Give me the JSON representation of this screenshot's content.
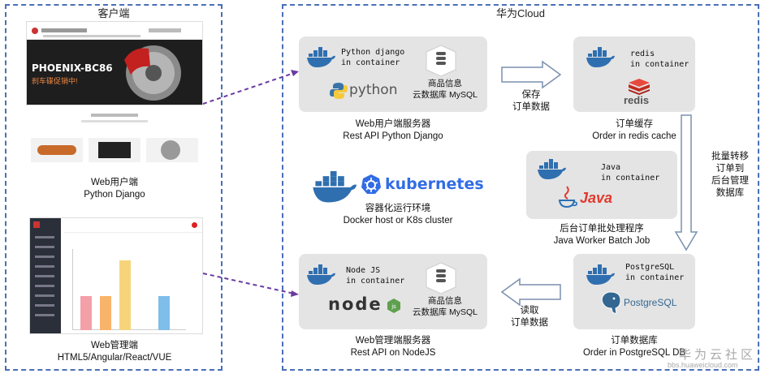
{
  "client": {
    "title": "客户端",
    "web_user": {
      "line1": "Web用户端",
      "line2": "Python Django",
      "banner": "PHOENIX-BC86",
      "banner_sub": "刹车碟促销中!"
    },
    "web_admin": {
      "line1": "Web管理端",
      "line2": "HTML5/Angular/React/VUE"
    }
  },
  "cloud": {
    "title": "华为Cloud",
    "django_box": {
      "container": "Python django\nin container",
      "python_logo": "python",
      "db": "商品信息\n云数据库 MySQL",
      "caption1": "Web用户端服务器",
      "caption2": "Rest API Python Django"
    },
    "redis_box": {
      "container": "redis\nin container",
      "logo": "redis",
      "caption1": "订单缓存",
      "caption2": "Order in redis cache"
    },
    "save_label": "保存\n订单数据",
    "k8s": {
      "logo": "kubernetes",
      "caption1": "容器化运行环境",
      "caption2": "Docker host or K8s cluster"
    },
    "java_box": {
      "container": "Java\nin container",
      "logo": "Java",
      "caption1": "后台订单批处理程序",
      "caption2": "Java Worker Batch Job"
    },
    "batch_label": "批量转移\n订单到\n后台管理\n数据库",
    "node_box": {
      "container": "Node JS\nin container",
      "logo": "node",
      "db": "商品信息\n云数据库 MySQL",
      "caption1": "Web管理端服务器",
      "caption2": "Rest API on NodeJS"
    },
    "pg_box": {
      "container": "PostgreSQL\nin container",
      "logo": "PostgreSQL",
      "caption1": "订单数据库",
      "caption2": "Order in PostgreSQL DB"
    },
    "read_label": "读取\n订单数据"
  },
  "watermark": {
    "line1": "华为云社区",
    "line2": "bbs.huaweicloud.com"
  },
  "colors": {
    "zone_border": "#4a6fb5",
    "arrow_purple": "#6a3aa0",
    "panel": "#e4e4e4",
    "docker": "#2f6fb0",
    "k8s": "#326ce5",
    "redis": "#d82c20",
    "java_red": "#e23a2e",
    "node_green": "#5fa04e"
  }
}
